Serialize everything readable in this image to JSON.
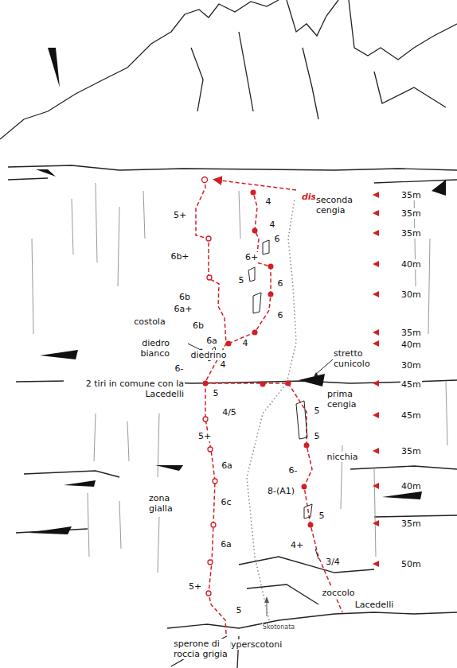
{
  "diagram": {
    "labels": [
      "discesa",
      "4",
      "5+",
      "35m",
      "seconda cengia",
      "35m",
      "4",
      "6b+",
      "35m",
      "6",
      "6+",
      "40m",
      "6b",
      "5",
      "6",
      "6a+",
      "30m",
      "costola",
      "6b",
      "6",
      "6a",
      "diedrino",
      "35m",
      "40m",
      "diedro bianco",
      "4",
      "4",
      "6-",
      "stretto cunicolo",
      "30m",
      "5",
      "2 tiri in comune con la Lacedelli",
      "45m",
      "prima cengia",
      "4/5",
      "5",
      "45m",
      "5+",
      "5",
      "6a",
      "35m",
      "nicchia",
      "zona gialla",
      "6-",
      "6c",
      "8-(A1)",
      "40m",
      "5",
      "35m",
      "6a",
      "4+",
      "3/4",
      "5+",
      "50m",
      "zoccolo",
      "5",
      "Skotonata",
      "Lacedelli",
      "Hyperscotoni",
      "sperone di roccia grigia"
    ]
  }
}
